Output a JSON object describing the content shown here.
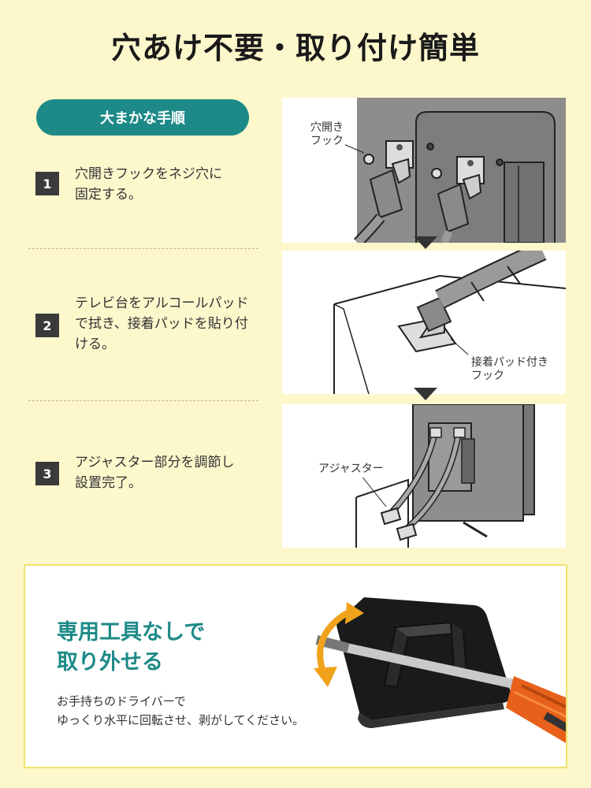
{
  "title": "穴あけ不要・取り付け簡単",
  "steps_heading": "大まかな手順",
  "steps": [
    {
      "number": "1",
      "text": "穴開きフックをネジ穴に\n固定する。"
    },
    {
      "number": "2",
      "text": "テレビ台をアルコールパッド\nで拭き、接着パッドを貼り付\nける。"
    },
    {
      "number": "3",
      "text": "アジャスター部分を調節し\n設置完了。"
    }
  ],
  "illustrations": {
    "hook_label": "穴開き\nフック",
    "pad_label": "接着パッド付き\nフック",
    "adjuster_label": "アジャスター"
  },
  "feature": {
    "title": "専用工具なしで\n取り外せる",
    "text": "お手持ちのドライバーで\nゆっくり水平に回転させ、剥がしてください。"
  },
  "colors": {
    "background": "#fdf7cc",
    "accent": "#1d8a87",
    "arrow": "#f0a21a"
  }
}
